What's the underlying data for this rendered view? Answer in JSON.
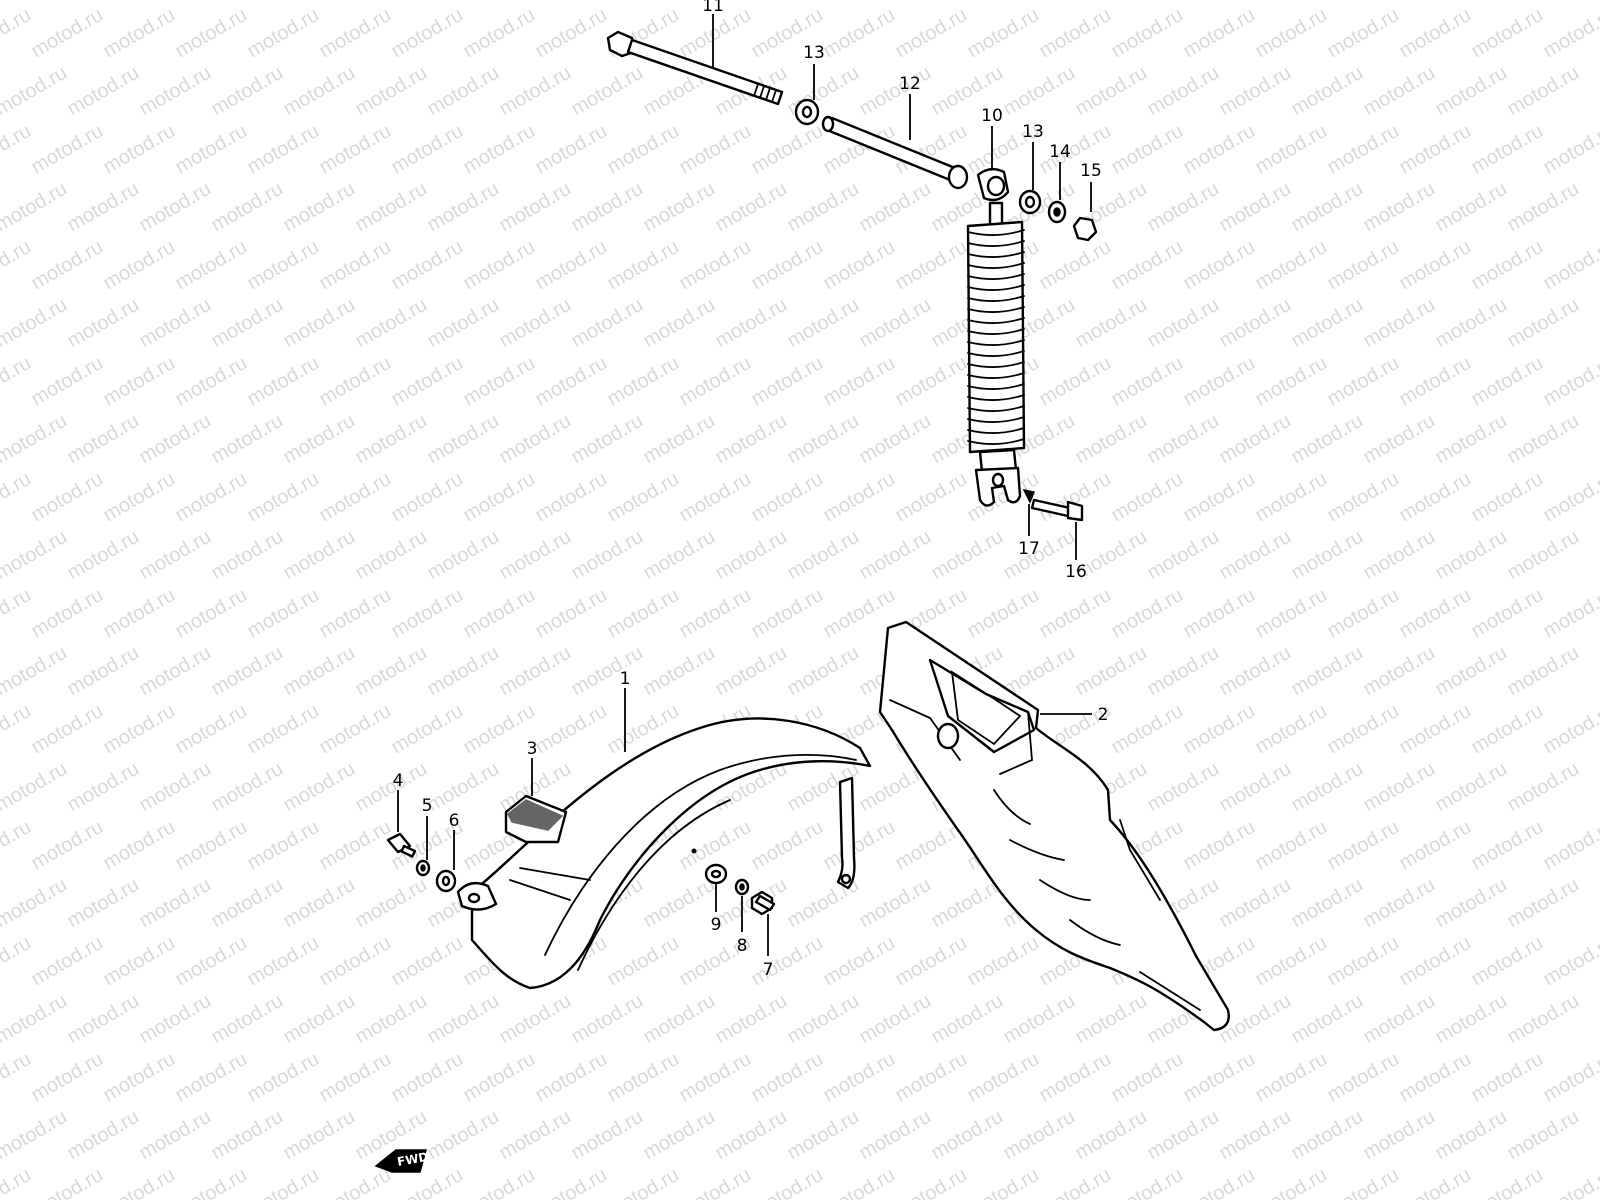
{
  "watermark": "motod.ru",
  "fwd_label": "FWD",
  "callouts": {
    "p1": "1",
    "p2": "2",
    "p3": "3",
    "p4": "4",
    "p5": "5",
    "p6": "6",
    "p7": "7",
    "p8": "8",
    "p9": "9",
    "p10": "10",
    "p11": "11",
    "p12": "12",
    "p13a": "13",
    "p13b": "13",
    "p14": "14",
    "p15": "15",
    "p16": "16",
    "p17": "17"
  }
}
